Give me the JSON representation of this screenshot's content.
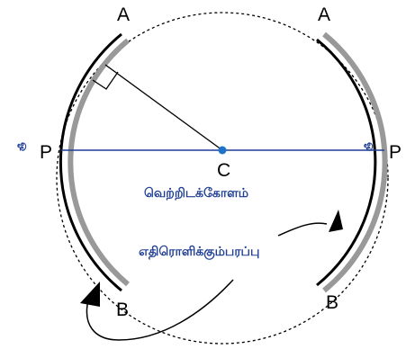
{
  "labels": {
    "point_a": "A",
    "point_b": "B",
    "point_p": "P",
    "center": "C",
    "focus_vertical": "ஓ",
    "empty_space": "வெற்றிடக்கோளம்",
    "reflecting_surface": "எதிரொளிக்கும்பரப்பு"
  },
  "colors": {
    "outline": "#000000",
    "mirror_gray": "#999999",
    "axis_blue": "#1f3f96",
    "center_dot": "#1e73c8",
    "tamil_text": "#1f3f96"
  }
}
